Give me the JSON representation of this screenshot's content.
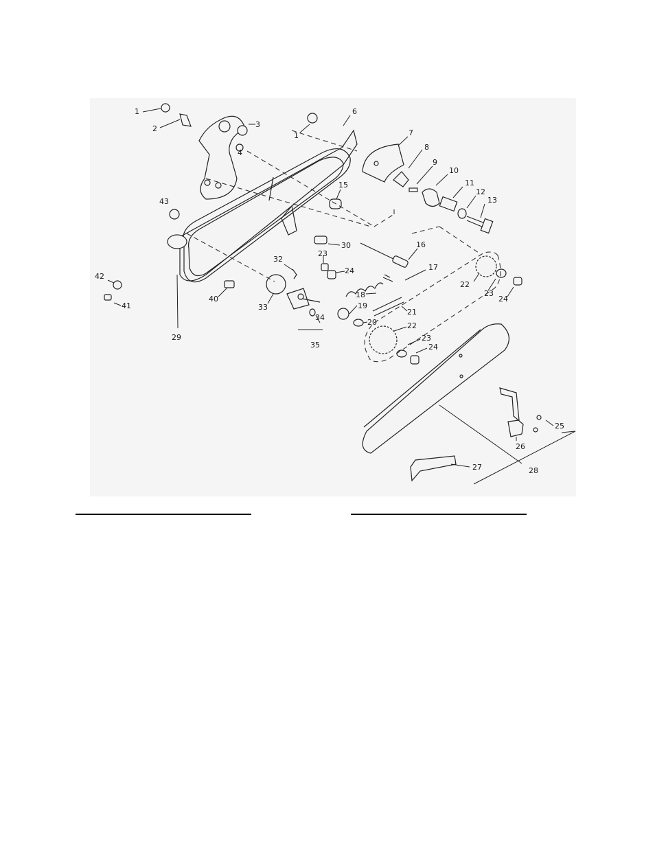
{
  "diagram": {
    "background": "#f5f5f5",
    "ink": "#222222",
    "callouts": [
      {
        "id": "c1a",
        "text": "1"
      },
      {
        "id": "c2",
        "text": "2"
      },
      {
        "id": "c3",
        "text": "3"
      },
      {
        "id": "c4",
        "text": "4"
      },
      {
        "id": "c1b",
        "text": "1"
      },
      {
        "id": "c6",
        "text": "6"
      },
      {
        "id": "c7",
        "text": "7"
      },
      {
        "id": "c8",
        "text": "8"
      },
      {
        "id": "c9",
        "text": "9"
      },
      {
        "id": "c10",
        "text": "10"
      },
      {
        "id": "c11",
        "text": "11"
      },
      {
        "id": "c12",
        "text": "12"
      },
      {
        "id": "c13",
        "text": "13"
      },
      {
        "id": "c15",
        "text": "15"
      },
      {
        "id": "c43",
        "text": "43"
      },
      {
        "id": "c30",
        "text": "30"
      },
      {
        "id": "c16",
        "text": "16"
      },
      {
        "id": "c23a",
        "text": "23"
      },
      {
        "id": "c24a",
        "text": "24"
      },
      {
        "id": "c32",
        "text": "32"
      },
      {
        "id": "c17",
        "text": "17"
      },
      {
        "id": "c22a",
        "text": "22"
      },
      {
        "id": "c23b",
        "text": "23"
      },
      {
        "id": "c24b",
        "text": "24"
      },
      {
        "id": "c42",
        "text": "42"
      },
      {
        "id": "c40",
        "text": "40"
      },
      {
        "id": "c33",
        "text": "33"
      },
      {
        "id": "c18",
        "text": "18"
      },
      {
        "id": "c41",
        "text": "41"
      },
      {
        "id": "c19",
        "text": "19"
      },
      {
        "id": "c21",
        "text": "21"
      },
      {
        "id": "c34",
        "text": "34"
      },
      {
        "id": "c20",
        "text": "20"
      },
      {
        "id": "c22b",
        "text": "22"
      },
      {
        "id": "c29",
        "text": "29"
      },
      {
        "id": "c35",
        "text": "35"
      },
      {
        "id": "c23c",
        "text": "23"
      },
      {
        "id": "c24c",
        "text": "24"
      },
      {
        "id": "c25",
        "text": "25"
      },
      {
        "id": "c26",
        "text": "26"
      },
      {
        "id": "c27",
        "text": "27"
      },
      {
        "id": "c28",
        "text": "28"
      }
    ]
  }
}
